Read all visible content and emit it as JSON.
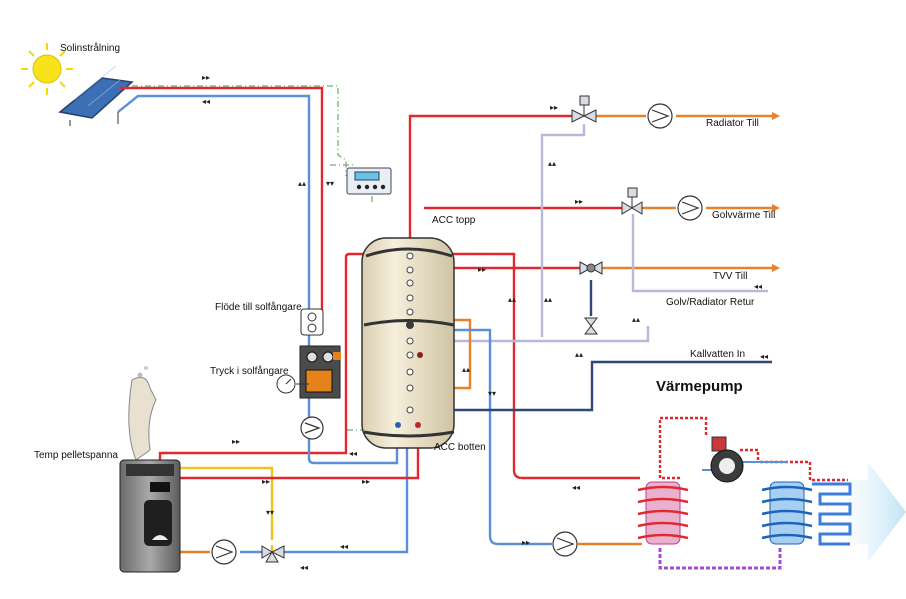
{
  "labels": {
    "solar_radiation": "Solinstrålning",
    "flow_to_collector": "Flöde till solfångare",
    "pressure_in_collector": "Tryck i solfångare",
    "temp_pellet_boiler": "Temp pelletspanna",
    "acc_top": "ACC topp",
    "acc_bottom": "ACC botten",
    "radiator_supply": "Radiator Till",
    "floor_heating_supply": "Golvvärme Till",
    "hot_water_supply": "TVV Till",
    "floor_radiator_return": "Golv/Radiator Retur",
    "cold_water_in": "Kallvatten In",
    "heat_pump": "Värmepump"
  },
  "colors": {
    "hot_pipe": "#e0282e",
    "cold_pipe": "#5b8fd6",
    "supply_pipe": "#e8822a",
    "return_pipe": "#b9b8d8",
    "solar_pipe": "#6cb56c",
    "boiler_pipe": "#f0c419",
    "tank_body": "#efe6cf",
    "tank_band": "#d03a3a",
    "sun": "#f7e21c",
    "dark_line": "#2f4878",
    "purple_pipe": "#a94bd6",
    "heat_pump_arrow": "#cfeaf7"
  },
  "icons": [
    "sun-icon",
    "solar-panel-icon",
    "pump-icon",
    "valve-icon",
    "controller-icon",
    "pellet-boiler-icon",
    "heat-exchanger-icon",
    "compressor-icon"
  ]
}
